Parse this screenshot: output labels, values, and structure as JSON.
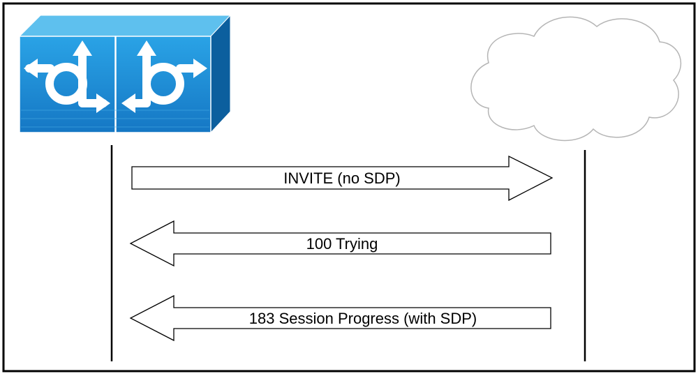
{
  "diagram": {
    "nodes": [
      {
        "id": "router-icon",
        "label": "",
        "icon": "cisco-router-arrows-icon",
        "color": "#1e8fd0"
      },
      {
        "id": "network-cloud",
        "label": "",
        "icon": "cloud-icon"
      }
    ],
    "messages": [
      {
        "label": "INVITE (no SDP)",
        "direction": "right"
      },
      {
        "label": "100 Trying",
        "direction": "left"
      },
      {
        "label": "183 Session Progress (with SDP)",
        "direction": "left"
      }
    ]
  }
}
